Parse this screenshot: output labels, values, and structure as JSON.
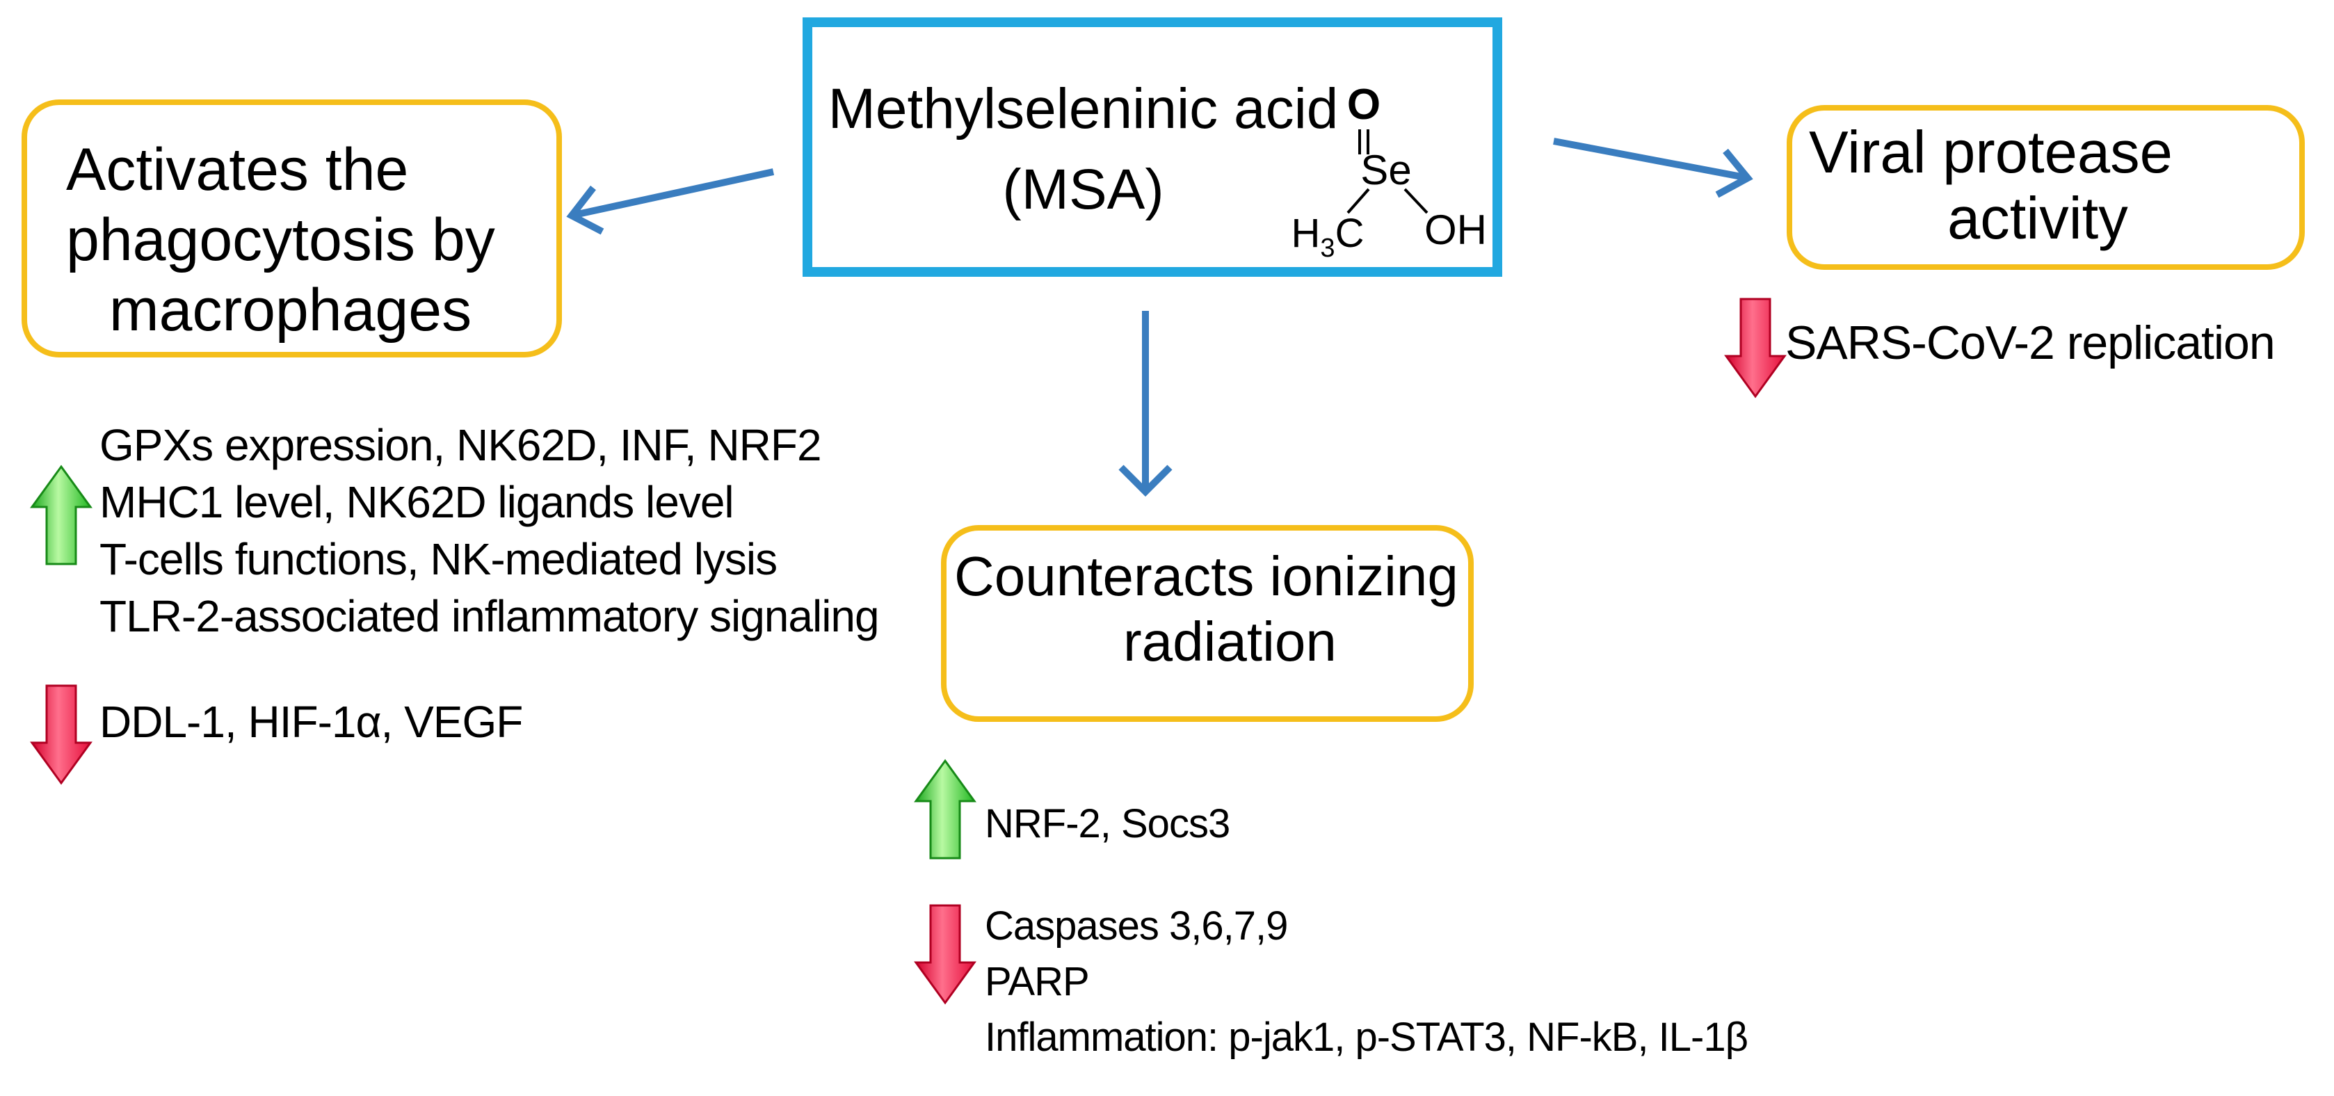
{
  "center_box": {
    "title": "Methylseleninic acid",
    "abbreviation": "(MSA)",
    "structure": {
      "oxygen": "O",
      "selenium": "Se",
      "methyl": {
        "base": "H",
        "subscript": "3",
        "tail": "C"
      },
      "hydroxyl": "OH"
    }
  },
  "effect_boxes": {
    "phagocytosis": [
      "Activates the",
      "phagocytosis by",
      "macrophages"
    ],
    "viral": [
      "Viral protease",
      "activity"
    ],
    "radiation": [
      "Counteracts ionizing",
      "radiation"
    ]
  },
  "outcomes": {
    "phagocytosis_increased": [
      "GPXs expression, NK62D, INF, NRF2",
      "MHC1 level, NK62D ligands level",
      "T-cells functions, NK-mediated lysis",
      "TLR-2-associated inflammatory signaling"
    ],
    "phagocytosis_decreased": [
      "DDL-1, HIF-1α, VEGF"
    ],
    "viral_decreased": [
      "SARS-CoV-2 replication"
    ],
    "radiation_increased": [
      "NRF-2, Socs3"
    ],
    "radiation_decreased": [
      "Caspases 3,6,7,9",
      "PARP",
      "Inflammation: p-jak1, p-STAT3, NF-kB, IL-1β"
    ]
  },
  "icons": {
    "increase": "green-up-arrow-icon",
    "decrease": "red-down-arrow-icon",
    "connector": "blue-connector-arrow"
  },
  "colors": {
    "center_box_border": "#21A8E0",
    "effect_box_border": "#F5BE1A",
    "connector": "#3A7DBF",
    "increase": "#22B822",
    "decrease": "#E5103C",
    "text": "#000000"
  }
}
